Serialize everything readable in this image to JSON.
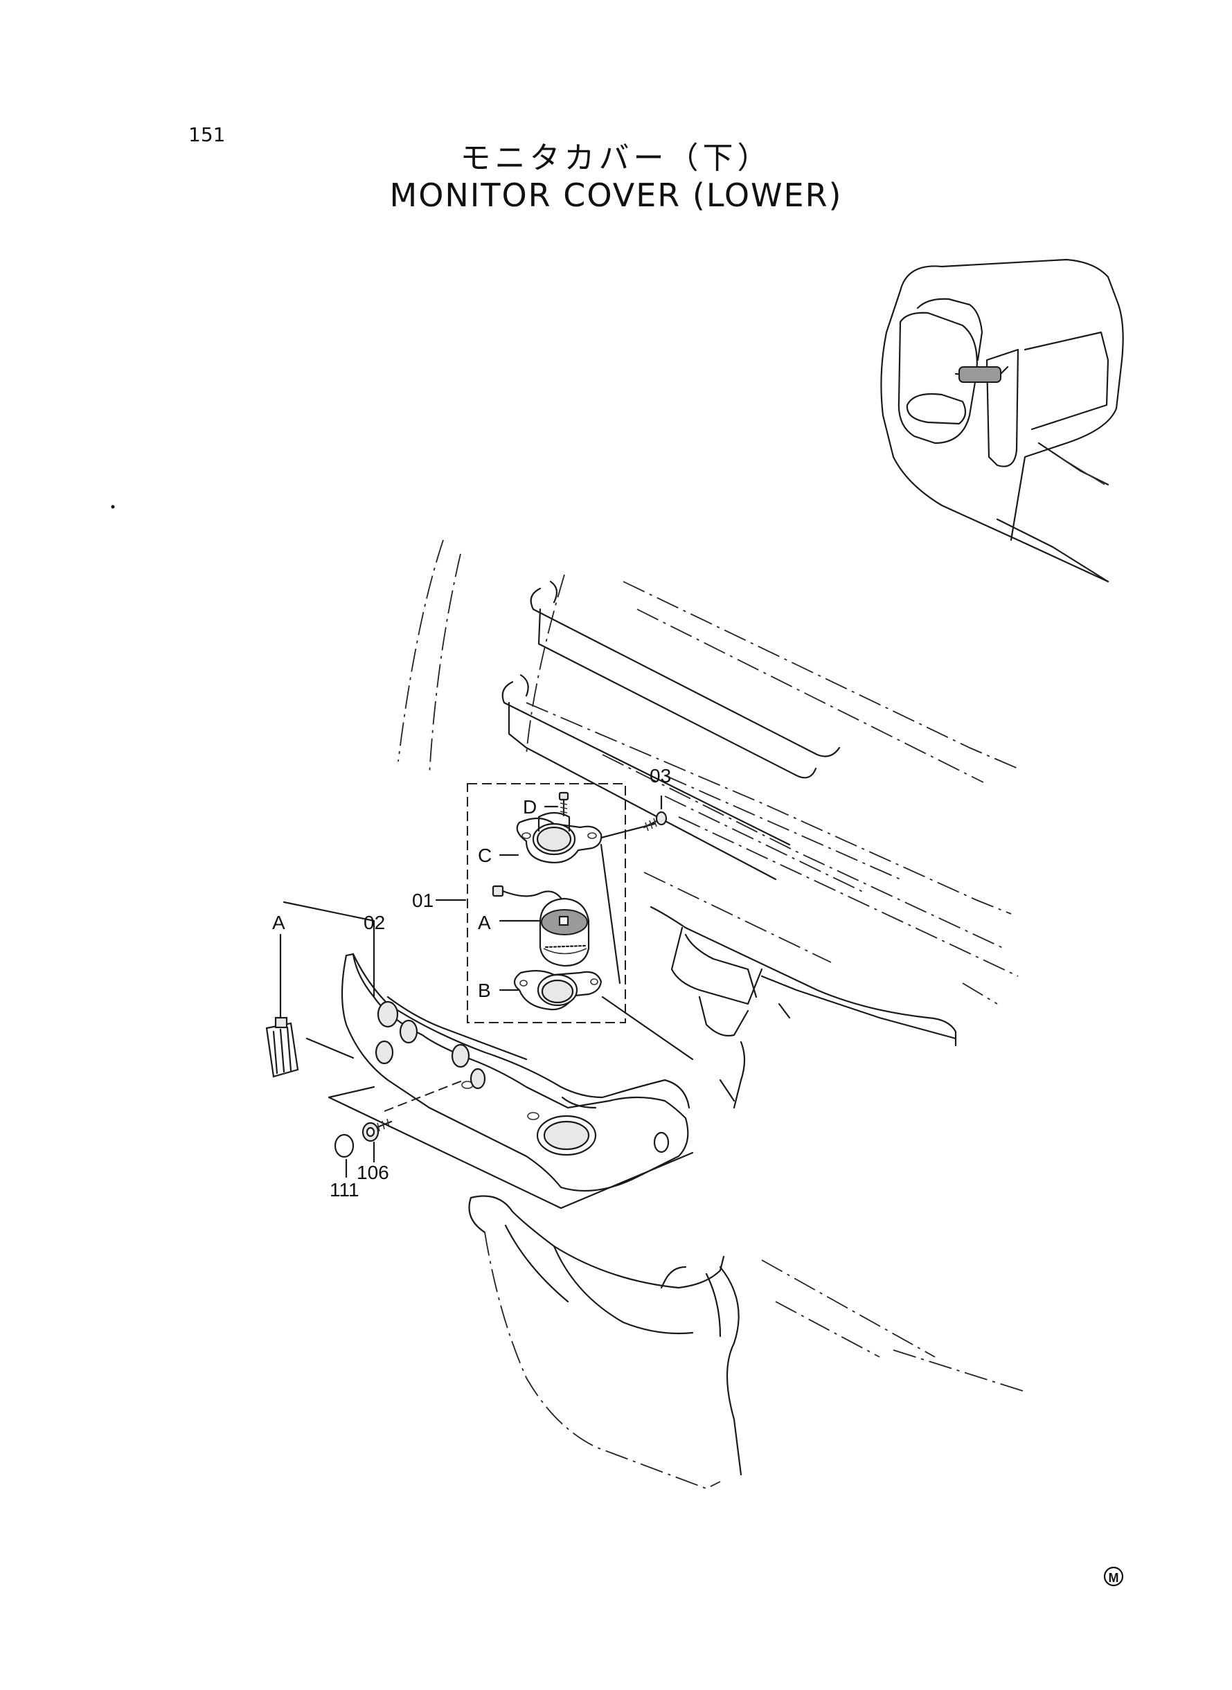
{
  "page": {
    "number": "151",
    "title_jp": "モニタカバー（下）",
    "title_en": "MONITOR COVER (LOWER)"
  },
  "callouts": {
    "part_01": "01",
    "part_02": "02",
    "part_03": "03",
    "part_106": "106",
    "part_111": "111",
    "sub_A": "A",
    "sub_B": "B",
    "sub_C": "C",
    "sub_D": "D",
    "ref_A": "A"
  },
  "mark": "M",
  "colors": {
    "ink": "#1a1a1a",
    "background": "#ffffff"
  }
}
